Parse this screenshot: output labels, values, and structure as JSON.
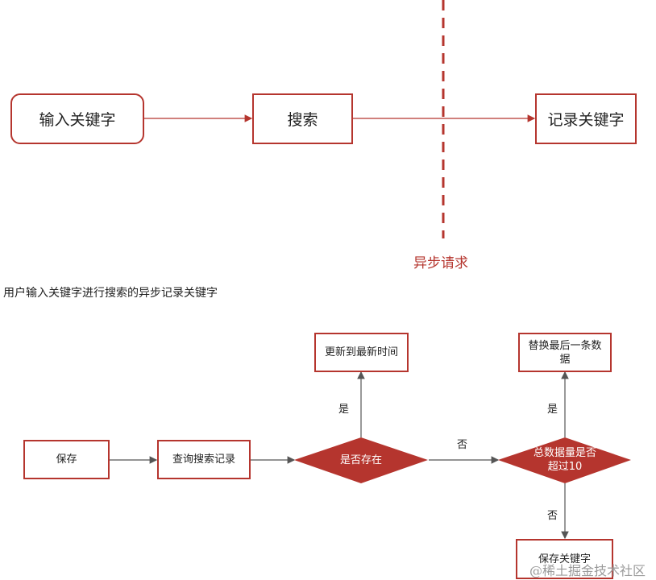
{
  "top": {
    "input_keyword": "输入关键字",
    "search": "搜索",
    "record_keyword": "记录关键字",
    "async_request": "异步请求"
  },
  "caption": "用户输入关键字进行搜索的异步记录关键字",
  "flow": {
    "save": "保存",
    "query_records": "查询搜索记录",
    "exists": "是否存在",
    "update_time": "更新到最新时间",
    "total_over": "总数据量是否超过10",
    "replace_last": "替换最后一条数据",
    "save_keyword": "保存关键字",
    "yes_1": "是",
    "no_1": "否",
    "yes_2": "是",
    "no_2": "否"
  },
  "colors": {
    "accent": "#b5352e",
    "diamond_fill": "#b5352e",
    "line": "#555555"
  },
  "watermark": "@稀土掘金技术社区"
}
